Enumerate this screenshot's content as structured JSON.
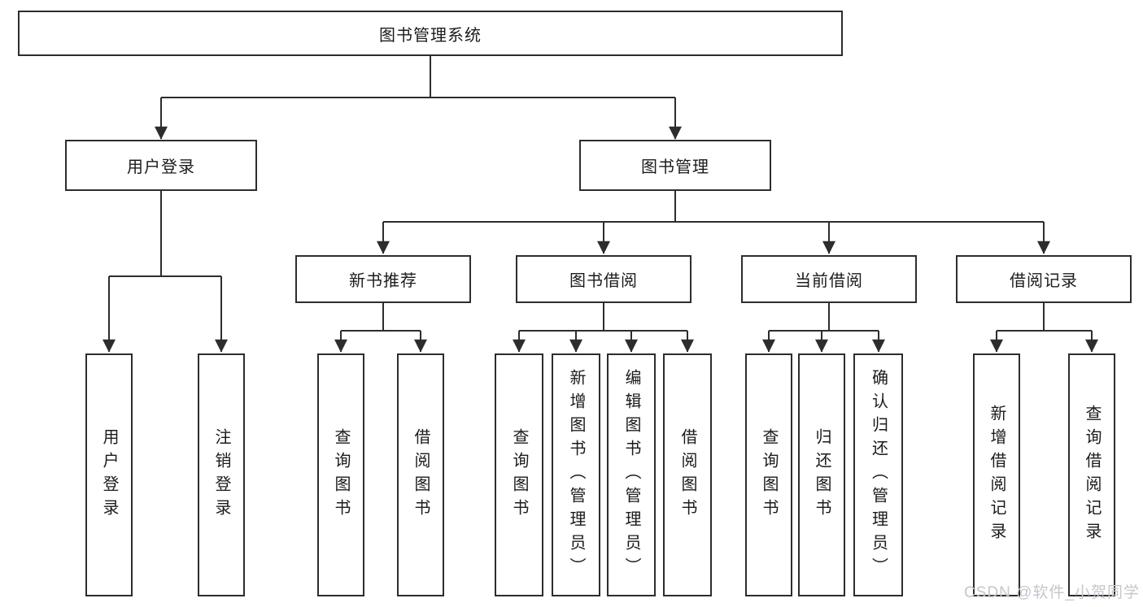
{
  "nodes": {
    "root": {
      "label": "图书管理系统"
    },
    "level2": [
      {
        "label": "用户登录"
      },
      {
        "label": "图书管理"
      }
    ],
    "level3": [
      {
        "label": "新书推荐"
      },
      {
        "label": "图书借阅"
      },
      {
        "label": "当前借阅"
      },
      {
        "label": "借阅记录"
      }
    ],
    "leaves": {
      "user_login": [
        {
          "label": "用户登录"
        },
        {
          "label": "注销登录"
        }
      ],
      "new_book_recommend": [
        {
          "label": "查询图书"
        },
        {
          "label": "借阅图书"
        }
      ],
      "book_borrow": [
        {
          "label": "查询图书"
        },
        {
          "label": "新增图书（管理员）"
        },
        {
          "label": "编辑图书（管理员）"
        },
        {
          "label": "借阅图书"
        }
      ],
      "current_borrow": [
        {
          "label": "查询图书"
        },
        {
          "label": "归还图书"
        },
        {
          "label": "确认归还（管理员）"
        }
      ],
      "borrow_records": [
        {
          "label": "新增借阅记录"
        },
        {
          "label": "查询借阅记录"
        }
      ]
    }
  },
  "watermark": "CSDN @软件_小贺同学",
  "colors": {
    "line": "#2d2d2d",
    "box_border": "#2d2d2d",
    "box_fill": "#ffffff",
    "text": "#1b1b1b",
    "watermark": "#c3c7cd"
  }
}
